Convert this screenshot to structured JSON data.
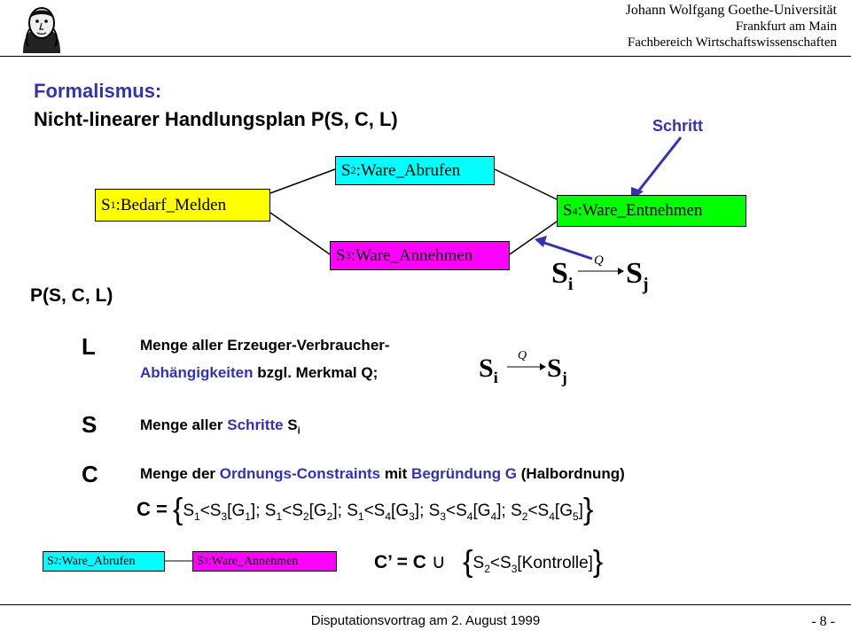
{
  "header": {
    "university": "Johann Wolfgang Goethe-Universität",
    "city": "Frankfurt am Main",
    "faculty": "Fachbereich Wirtschaftswissenschaften"
  },
  "title": {
    "line1": "Formalismus:",
    "line2": "Nicht-linearer Handlungsplan P(S, C, L)"
  },
  "annotation": {
    "schritt": "Schritt"
  },
  "diagram": {
    "s1": {
      "id": "S",
      "sub": "1",
      "label": ":Bedarf_Melden"
    },
    "s2": {
      "id": "S",
      "sub": "2",
      "label": ":Ware_Abrufen"
    },
    "s3": {
      "id": "S",
      "sub": "3",
      "label": ":Ware_Annehmen"
    },
    "s4": {
      "id": "S",
      "sub": "4",
      "label": ":Ware_Entnehmen"
    }
  },
  "dependency": {
    "si": "S",
    "si_sub": "i",
    "q": "Q",
    "sj": "S",
    "sj_sub": "j"
  },
  "plan_label": "P(S, C, L)",
  "L": {
    "letter": "L",
    "line1": "Menge aller Erzeuger-Verbraucher-",
    "line2_blue": "Abhängigkeiten",
    "line2_rest": " bzgl. Merkmal Q;"
  },
  "S": {
    "letter": "S",
    "text": "Menge aller ",
    "blue": "Schritte",
    "tail": " S",
    "tail_sub": "i"
  },
  "C": {
    "letter": "C",
    "text1": "Menge der ",
    "blue1": "Ordnungs-Constraints",
    "text2": " mit ",
    "blue2": "Begründung G",
    "text3": " (Halbordnung)",
    "eq_lhs": "C = ",
    "set": [
      {
        "a": "1",
        "b": "3",
        "g": "1"
      },
      {
        "a": "1",
        "b": "2",
        "g": "2"
      },
      {
        "a": "1",
        "b": "4",
        "g": "3"
      },
      {
        "a": "3",
        "b": "4",
        "g": "4"
      },
      {
        "a": "2",
        "b": "4",
        "g": "5"
      }
    ]
  },
  "bottom": {
    "box_a": {
      "sub": "2",
      "label": ":Ware_Abrufen"
    },
    "box_b": {
      "sub": "3",
      "label": ":Ware_Annehmen"
    },
    "eq_lhs": "C’ = C ",
    "union": "∪",
    "constraint_a": "2",
    "constraint_b": "3",
    "constraint_g": "[Kontrolle]"
  },
  "footer": {
    "text": "Disputationsvortrag am 2. August 1999",
    "page": "- 8 -"
  },
  "colors": {
    "yellow": "#ffff00",
    "cyan": "#00ffff",
    "magenta": "#ff00ff",
    "green": "#00ff00",
    "blue": "#3333aa"
  }
}
